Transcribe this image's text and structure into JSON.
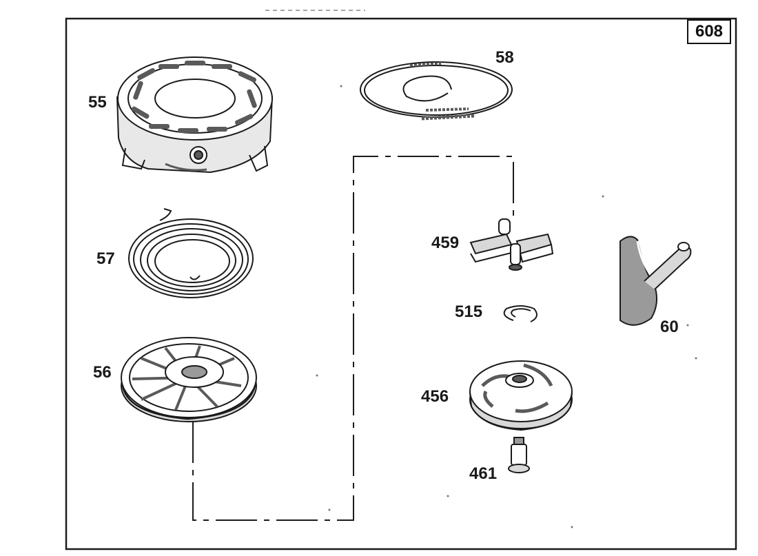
{
  "diagram_number": "608",
  "parts": [
    {
      "id": "cover",
      "number": "55"
    },
    {
      "id": "rewind-spring",
      "number": "57"
    },
    {
      "id": "pulley",
      "number": "56"
    },
    {
      "id": "rope",
      "number": "58"
    },
    {
      "id": "dog",
      "number": "459"
    },
    {
      "id": "retainer-ring",
      "number": "515"
    },
    {
      "id": "cup",
      "number": "456"
    },
    {
      "id": "screw",
      "number": "461"
    },
    {
      "id": "handle",
      "number": "60"
    }
  ],
  "colors": {
    "line": "#1a1a1a",
    "fill_dark": "#5a5a5a",
    "fill_mid": "#9a9a9a"
  }
}
